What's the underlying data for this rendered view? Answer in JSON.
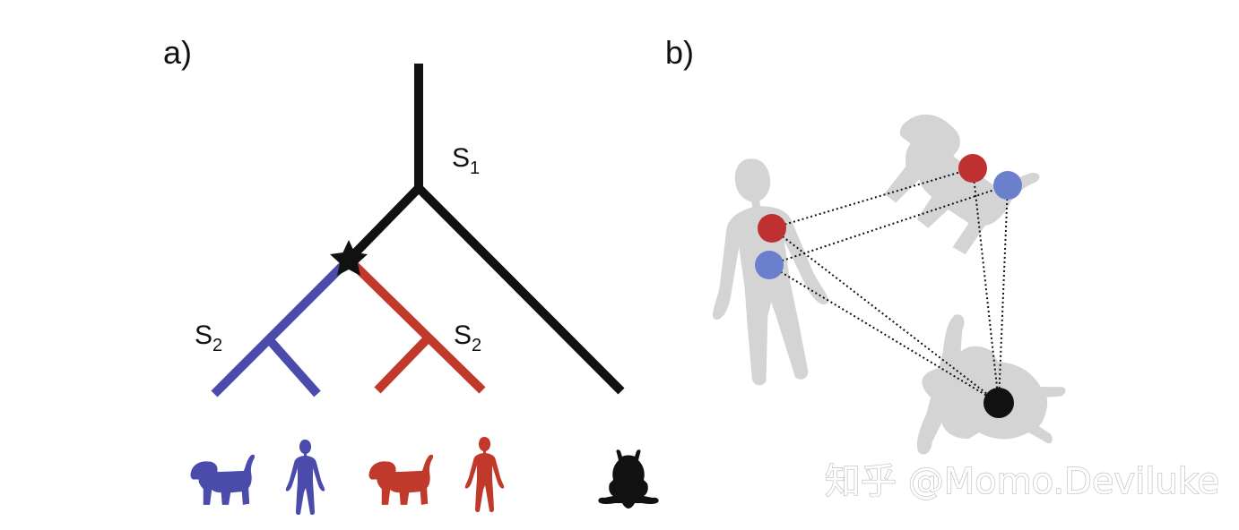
{
  "panels": {
    "a": {
      "label": "a)"
    },
    "b": {
      "label": "b)"
    }
  },
  "tree": {
    "s1": {
      "main": "S",
      "sub": "1"
    },
    "s2_left": {
      "main": "S",
      "sub": "2"
    },
    "s2_right": {
      "main": "S",
      "sub": "2"
    }
  },
  "colors": {
    "black": "#111111",
    "blue": "#4a4bab",
    "red": "#c0392b",
    "gray_silhouette": "#d4d4d4",
    "node_red": "#bf3030",
    "node_blue": "#6b80cc"
  },
  "species": {
    "blue_dog": "dog-icon",
    "blue_human": "human-icon",
    "red_dog": "dog-icon",
    "red_human": "human-icon",
    "frog": "frog-icon"
  },
  "watermark": "知乎 @Momo.Deviluke"
}
